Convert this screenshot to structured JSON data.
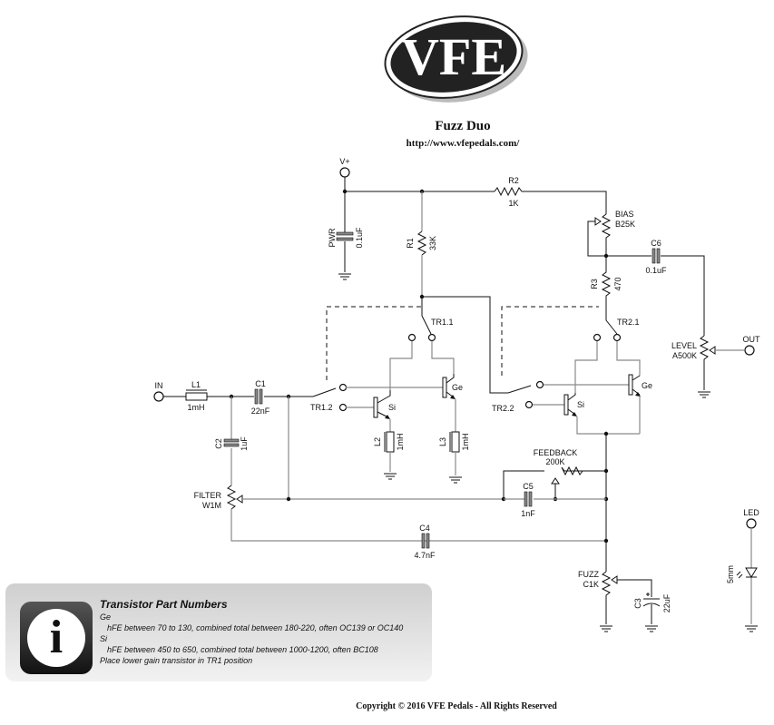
{
  "header": {
    "logo_text": "VFE",
    "title": "Fuzz Duo",
    "url": "http://www.vfepedals.com/"
  },
  "schematic": {
    "terminals": {
      "vplus": "V+",
      "input": "IN",
      "output": "OUT",
      "led": "LED"
    },
    "components": {
      "pwr": {
        "name": "PWR",
        "value": "0.1uF"
      },
      "r1": {
        "name": "R1",
        "value": "33K"
      },
      "r2": {
        "name": "R2",
        "value": "1K"
      },
      "bias": {
        "name": "BIAS",
        "value": "B25K"
      },
      "r3": {
        "name": "R3",
        "value": "470"
      },
      "c6": {
        "name": "C6",
        "value": "0.1uF"
      },
      "level": {
        "name": "LEVEL",
        "value": "A500K"
      },
      "l1": {
        "name": "L1",
        "value": "1mH"
      },
      "c1": {
        "name": "C1",
        "value": "22nF"
      },
      "c2": {
        "name": "C2",
        "value": "1uF"
      },
      "l2": {
        "name": "L2",
        "value": "1mH"
      },
      "l3": {
        "name": "L3",
        "value": "1mH"
      },
      "tr11": {
        "name": "TR1.1"
      },
      "tr12": {
        "name": "TR1.2"
      },
      "tr21": {
        "name": "TR2.1"
      },
      "tr22": {
        "name": "TR2.2"
      },
      "si1": {
        "name": "Si"
      },
      "ge1": {
        "name": "Ge"
      },
      "si2": {
        "name": "Si"
      },
      "ge2": {
        "name": "Ge"
      },
      "feedback": {
        "name": "FEEDBACK",
        "value": "200K"
      },
      "filter": {
        "name": "FILTER",
        "value": "W1M"
      },
      "c5": {
        "name": "C5",
        "value": "1nF"
      },
      "c4": {
        "name": "C4",
        "value": "4.7nF"
      },
      "fuzz": {
        "name": "FUZZ",
        "value": "C1K"
      },
      "c3": {
        "name": "C3",
        "value": "22uF"
      },
      "led": {
        "value": "5mm"
      }
    }
  },
  "info_box": {
    "icon": "info-icon",
    "heading": "Transistor Part Numbers",
    "ge_label": "Ge",
    "ge_text": "hFE between 70 to 130, combined total between 180-220, often OC139 or OC140",
    "si_label": "Si",
    "si_text": "hFE between 450 to 650, combined total between 1000-1200, often BC108",
    "note": "Place lower gain transistor in TR1 position"
  },
  "footer": {
    "copyright": "Copyright © 2016 VFE Pedals - All Rights Reserved"
  }
}
